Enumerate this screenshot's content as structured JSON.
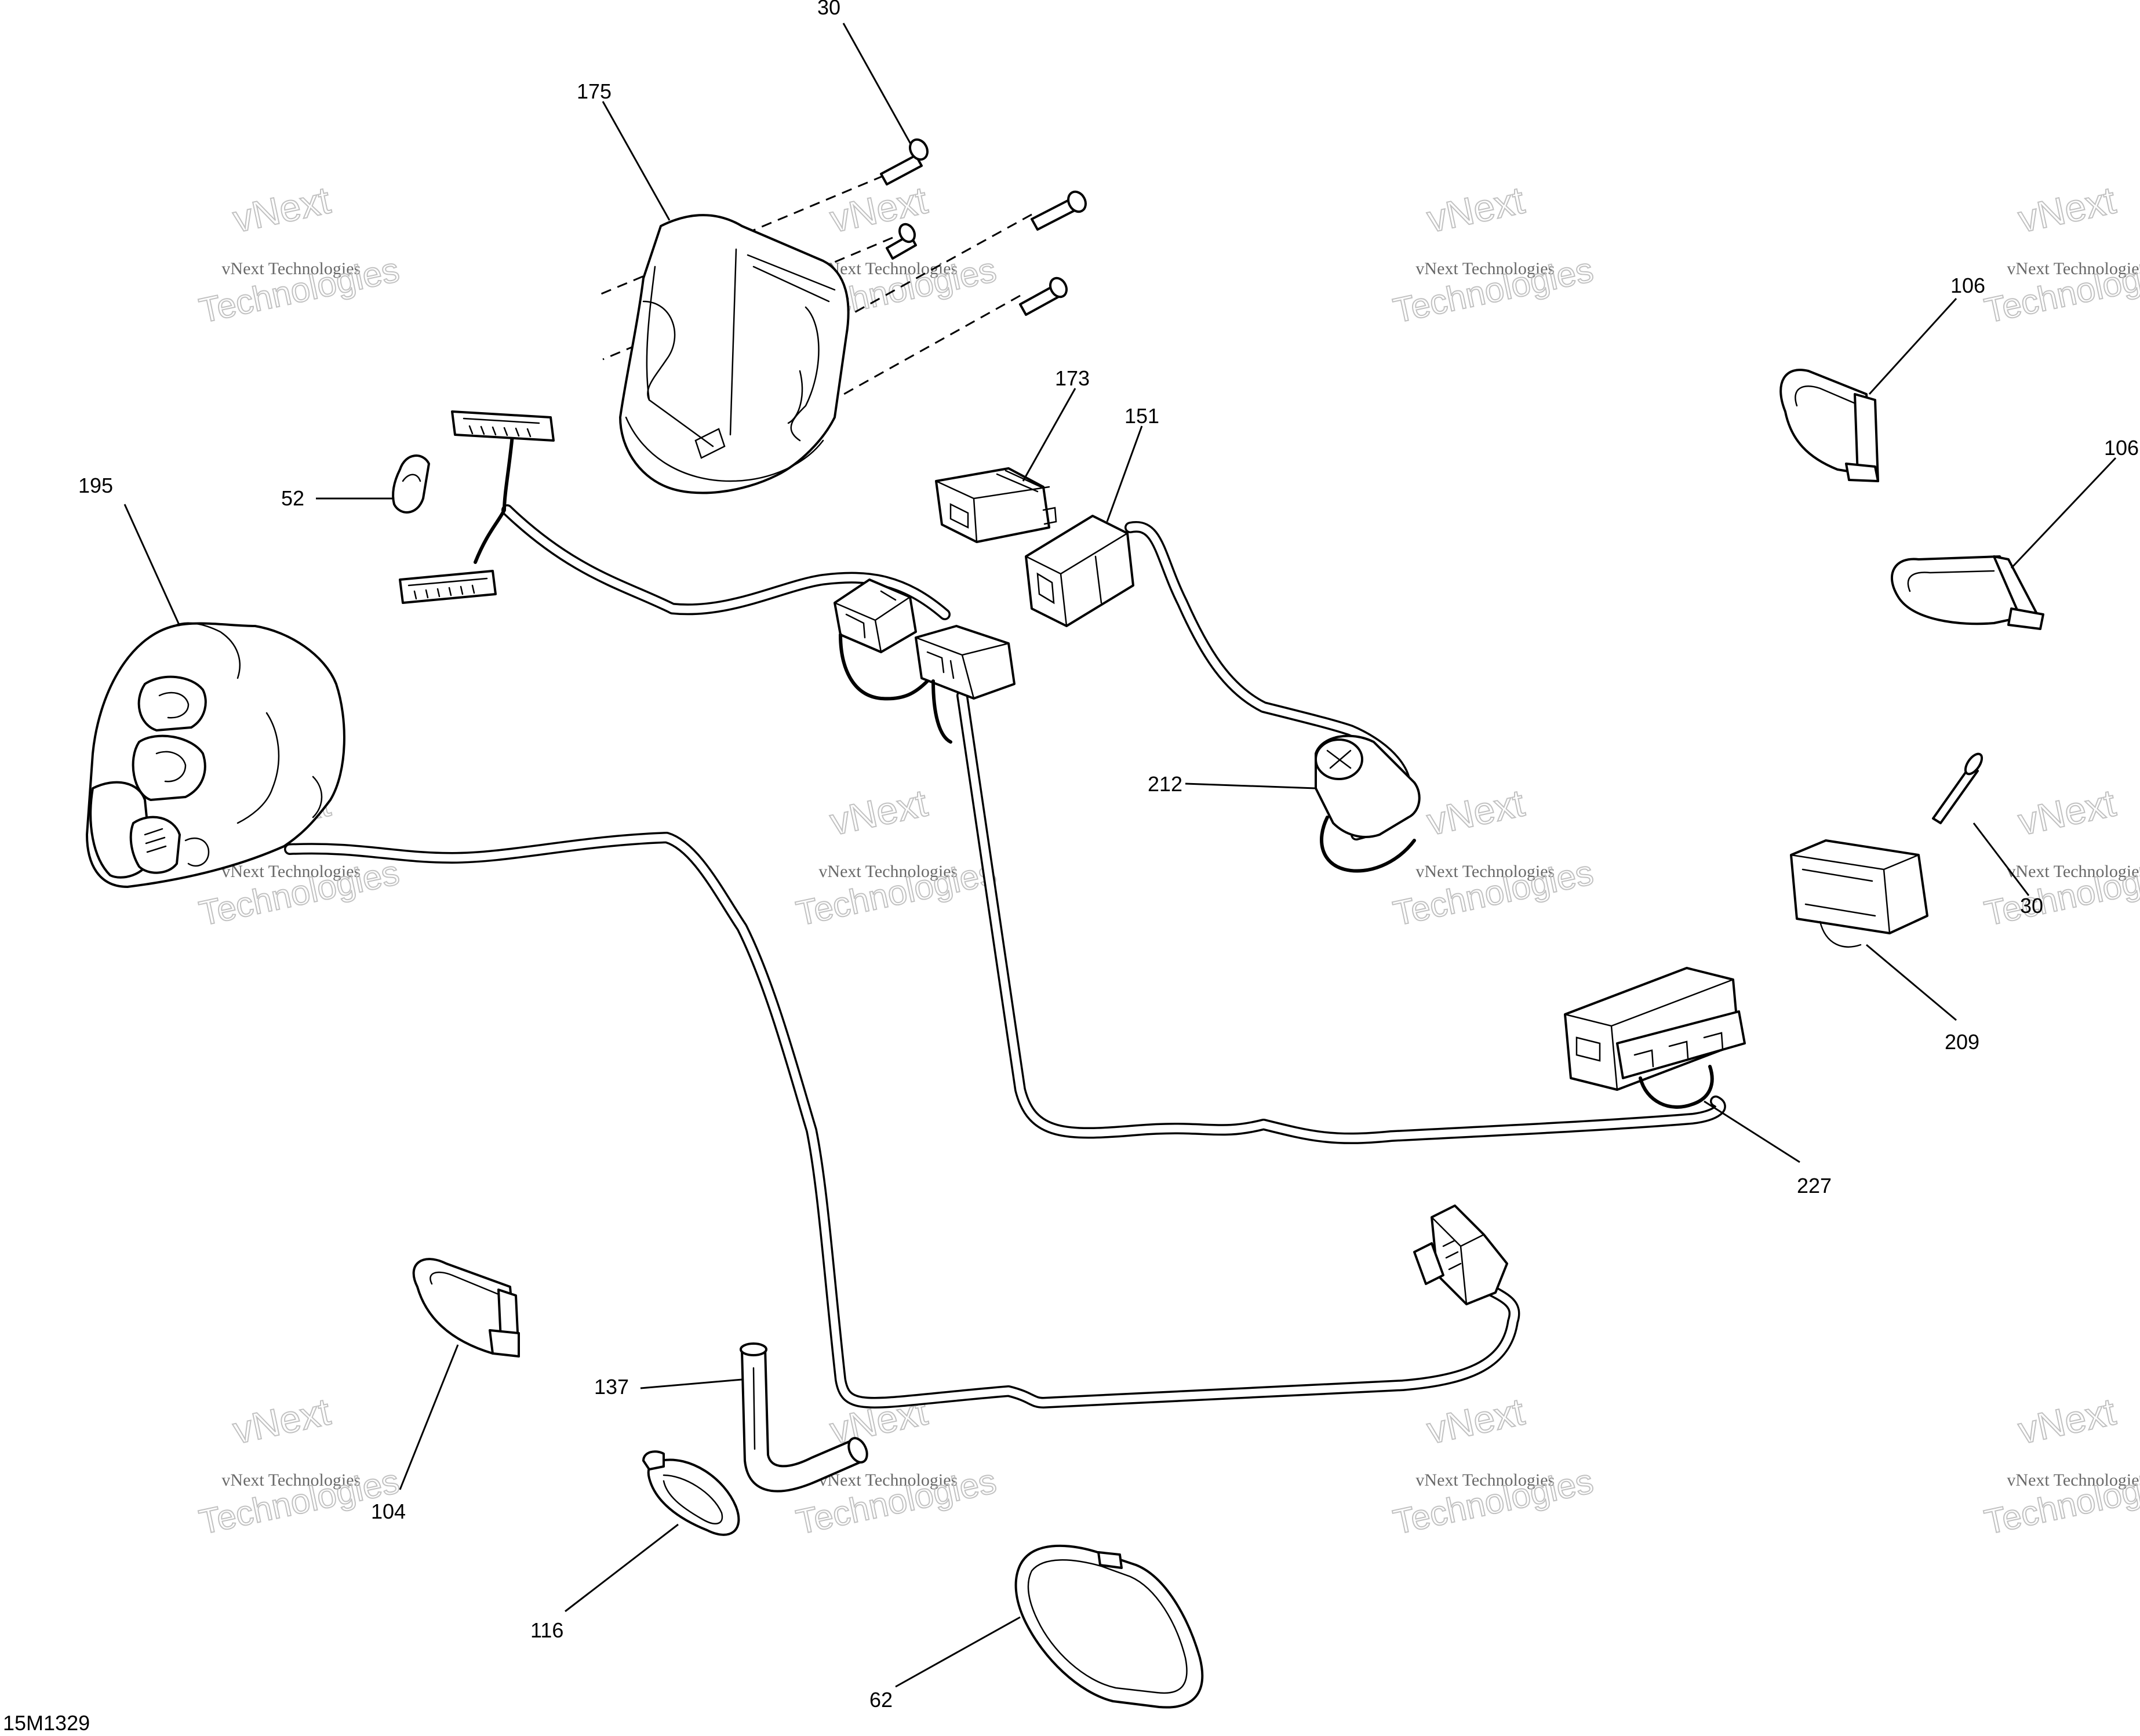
{
  "figure_id": "15M1329",
  "watermark": {
    "line1": "vNext",
    "line2": "vNext Technologies",
    "line3": "Technologies"
  },
  "callouts": {
    "c30_top": "30",
    "c175": "175",
    "c106_a": "106",
    "c106_b": "106",
    "c173": "173",
    "c151": "151",
    "c52": "52",
    "c195": "195",
    "c212": "212",
    "c30_right": "30",
    "c209": "209",
    "c227": "227",
    "c137": "137",
    "c104": "104",
    "c116": "116",
    "c62": "62"
  },
  "colors": {
    "line": "#000000",
    "background": "#ffffff",
    "watermark": "#bbbbbb"
  }
}
